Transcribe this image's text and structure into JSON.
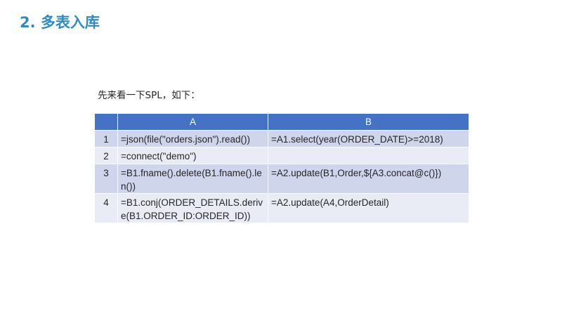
{
  "slide": {
    "title": "2. 多表入库",
    "intro": "先来看一下SPL，如下："
  },
  "table": {
    "corner": "",
    "columns": [
      "A",
      "B"
    ],
    "rows": [
      {
        "num": "1",
        "a": "=json(file(\"orders.json\").read())",
        "b": "=A1.select(year(ORDER_DATE)>=2018)"
      },
      {
        "num": "2",
        "a": "=connect(\"demo\")",
        "b": ""
      },
      {
        "num": "3",
        "a": "=B1.fname().delete(B1.fname().len())",
        "b": "=A2.update(B1,Order,${A3.concat@c()})"
      },
      {
        "num": "4",
        "a": "=B1.conj(ORDER_DETAILS.derive(B1.ORDER_ID:ORDER_ID))",
        "b": "=A2.update(A4,OrderDetail)"
      }
    ]
  },
  "colors": {
    "title": "#2e8bc9",
    "header": "#4472c4",
    "row_dark": "#cfd5ea",
    "row_light": "#e9ebf5"
  }
}
